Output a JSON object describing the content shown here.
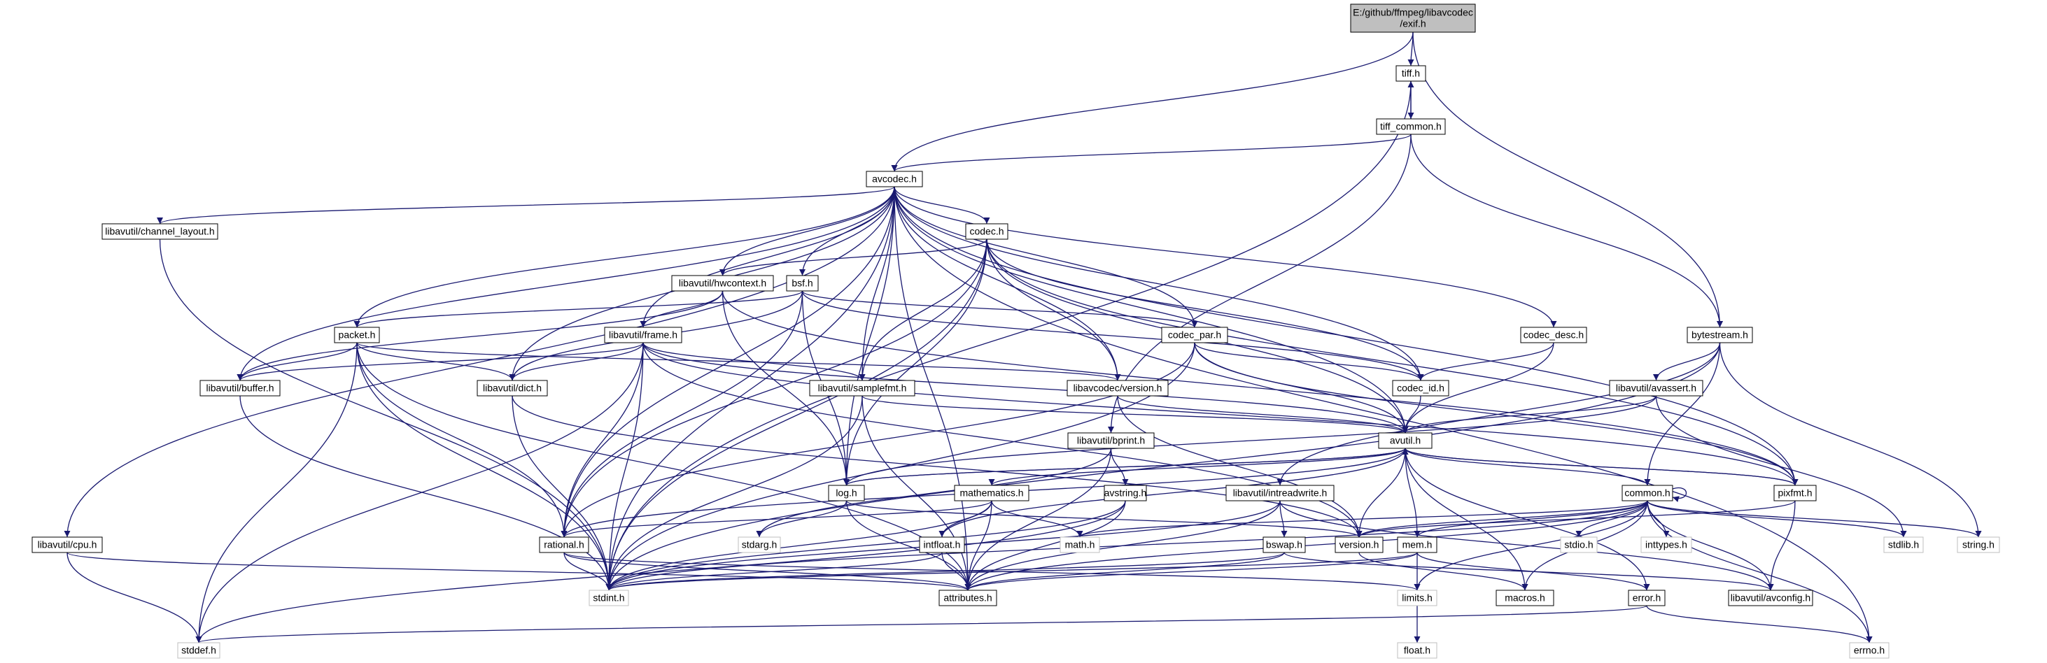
{
  "colors": {
    "edge": "#191970",
    "root_fill": "#bfbfbf",
    "node_border": "#000000",
    "std_border": "#bfbfbf"
  },
  "nodes": [
    {
      "id": "exif",
      "lines": [
        "E:/github/ffmpeg/libavcodec",
        "/exif.h"
      ],
      "kind": "root"
    },
    {
      "id": "tiff",
      "lines": [
        "tiff.h"
      ],
      "kind": "norm"
    },
    {
      "id": "tiff_common",
      "lines": [
        "tiff_common.h"
      ],
      "kind": "norm"
    },
    {
      "id": "avcodec",
      "lines": [
        "avcodec.h"
      ],
      "kind": "norm"
    },
    {
      "id": "channel_layout",
      "lines": [
        "libavutil/channel_layout.h"
      ],
      "kind": "norm"
    },
    {
      "id": "codec",
      "lines": [
        "codec.h"
      ],
      "kind": "norm"
    },
    {
      "id": "hwcontext",
      "lines": [
        "libavutil/hwcontext.h"
      ],
      "kind": "norm"
    },
    {
      "id": "bsf",
      "lines": [
        "bsf.h"
      ],
      "kind": "norm"
    },
    {
      "id": "packet",
      "lines": [
        "packet.h"
      ],
      "kind": "norm"
    },
    {
      "id": "frame",
      "lines": [
        "libavutil/frame.h"
      ],
      "kind": "norm"
    },
    {
      "id": "codec_par",
      "lines": [
        "codec_par.h"
      ],
      "kind": "norm"
    },
    {
      "id": "codec_desc",
      "lines": [
        "codec_desc.h"
      ],
      "kind": "norm"
    },
    {
      "id": "bytestream",
      "lines": [
        "bytestream.h"
      ],
      "kind": "norm"
    },
    {
      "id": "buffer",
      "lines": [
        "libavutil/buffer.h"
      ],
      "kind": "norm"
    },
    {
      "id": "dict",
      "lines": [
        "libavutil/dict.h"
      ],
      "kind": "norm"
    },
    {
      "id": "samplefmt",
      "lines": [
        "libavutil/samplefmt.h"
      ],
      "kind": "norm"
    },
    {
      "id": "lavc_version",
      "lines": [
        "libavcodec/version.h"
      ],
      "kind": "norm"
    },
    {
      "id": "codec_id",
      "lines": [
        "codec_id.h"
      ],
      "kind": "norm"
    },
    {
      "id": "avassert",
      "lines": [
        "libavutil/avassert.h"
      ],
      "kind": "norm"
    },
    {
      "id": "bprint",
      "lines": [
        "libavutil/bprint.h"
      ],
      "kind": "norm"
    },
    {
      "id": "avutil",
      "lines": [
        "avutil.h"
      ],
      "kind": "norm"
    },
    {
      "id": "log",
      "lines": [
        "log.h"
      ],
      "kind": "norm"
    },
    {
      "id": "mathematics",
      "lines": [
        "mathematics.h"
      ],
      "kind": "norm"
    },
    {
      "id": "avstring",
      "lines": [
        "avstring.h"
      ],
      "kind": "norm"
    },
    {
      "id": "intreadwrite",
      "lines": [
        "libavutil/intreadwrite.h"
      ],
      "kind": "norm"
    },
    {
      "id": "common",
      "lines": [
        "common.h"
      ],
      "kind": "norm"
    },
    {
      "id": "pixfmt",
      "lines": [
        "pixfmt.h"
      ],
      "kind": "norm"
    },
    {
      "id": "cpu",
      "lines": [
        "libavutil/cpu.h"
      ],
      "kind": "norm"
    },
    {
      "id": "rational",
      "lines": [
        "rational.h"
      ],
      "kind": "norm"
    },
    {
      "id": "stdarg",
      "lines": [
        "stdarg.h"
      ],
      "kind": "std"
    },
    {
      "id": "math",
      "lines": [
        "math.h"
      ],
      "kind": "std"
    },
    {
      "id": "intfloat",
      "lines": [
        "intfloat.h"
      ],
      "kind": "norm"
    },
    {
      "id": "bswap",
      "lines": [
        "bswap.h"
      ],
      "kind": "norm"
    },
    {
      "id": "version",
      "lines": [
        "version.h"
      ],
      "kind": "norm"
    },
    {
      "id": "mem",
      "lines": [
        "mem.h"
      ],
      "kind": "norm"
    },
    {
      "id": "stdio",
      "lines": [
        "stdio.h"
      ],
      "kind": "std"
    },
    {
      "id": "inttypes",
      "lines": [
        "inttypes.h"
      ],
      "kind": "std"
    },
    {
      "id": "stdlib",
      "lines": [
        "stdlib.h"
      ],
      "kind": "std"
    },
    {
      "id": "string",
      "lines": [
        "string.h"
      ],
      "kind": "std"
    },
    {
      "id": "stdint",
      "lines": [
        "stdint.h"
      ],
      "kind": "std"
    },
    {
      "id": "attributes",
      "lines": [
        "attributes.h"
      ],
      "kind": "norm"
    },
    {
      "id": "limits",
      "lines": [
        "limits.h"
      ],
      "kind": "std"
    },
    {
      "id": "macros",
      "lines": [
        "macros.h"
      ],
      "kind": "norm"
    },
    {
      "id": "error",
      "lines": [
        "error.h"
      ],
      "kind": "norm"
    },
    {
      "id": "avconfig",
      "lines": [
        "libavutil/avconfig.h"
      ],
      "kind": "norm"
    },
    {
      "id": "stddef",
      "lines": [
        "stddef.h"
      ],
      "kind": "std"
    },
    {
      "id": "float",
      "lines": [
        "float.h"
      ],
      "kind": "std"
    },
    {
      "id": "errno",
      "lines": [
        "errno.h"
      ],
      "kind": "std"
    }
  ],
  "edges": [
    [
      "exif",
      "tiff"
    ],
    [
      "exif",
      "avcodec"
    ],
    [
      "exif",
      "bytestream"
    ],
    [
      "tiff",
      "tiff_common"
    ],
    [
      "tiff",
      "stdint"
    ],
    [
      "tiff_common",
      "tiff"
    ],
    [
      "tiff_common",
      "avcodec"
    ],
    [
      "tiff_common",
      "bytestream"
    ],
    [
      "tiff_common",
      "bprint"
    ],
    [
      "avcodec",
      "errno"
    ],
    [
      "avcodec",
      "samplefmt"
    ],
    [
      "avcodec",
      "attributes"
    ],
    [
      "avcodec",
      "avutil"
    ],
    [
      "avcodec",
      "buffer"
    ],
    [
      "avcodec",
      "cpu"
    ],
    [
      "avcodec",
      "channel_layout"
    ],
    [
      "avcodec",
      "dict"
    ],
    [
      "avcodec",
      "frame"
    ],
    [
      "avcodec",
      "log"
    ],
    [
      "avcodec",
      "pixfmt"
    ],
    [
      "avcodec",
      "rational"
    ],
    [
      "avcodec",
      "codec"
    ],
    [
      "avcodec",
      "codec_desc"
    ],
    [
      "avcodec",
      "codec_id"
    ],
    [
      "avcodec",
      "codec_par"
    ],
    [
      "avcodec",
      "packet"
    ],
    [
      "avcodec",
      "lavc_version"
    ],
    [
      "avcodec",
      "bsf"
    ],
    [
      "avcodec",
      "hwcontext"
    ],
    [
      "avcodec",
      "stdint"
    ],
    [
      "channel_layout",
      "stdint"
    ],
    [
      "codec",
      "stdint"
    ],
    [
      "codec",
      "avutil"
    ],
    [
      "codec",
      "hwcontext"
    ],
    [
      "codec",
      "log"
    ],
    [
      "codec",
      "pixfmt"
    ],
    [
      "codec",
      "rational"
    ],
    [
      "codec",
      "samplefmt"
    ],
    [
      "codec",
      "codec_id"
    ],
    [
      "codec",
      "lavc_version"
    ],
    [
      "hwcontext",
      "buffer"
    ],
    [
      "hwcontext",
      "frame"
    ],
    [
      "hwcontext",
      "log"
    ],
    [
      "hwcontext",
      "pixfmt"
    ],
    [
      "bsf",
      "dict"
    ],
    [
      "bsf",
      "log"
    ],
    [
      "bsf",
      "rational"
    ],
    [
      "bsf",
      "codec_id"
    ],
    [
      "bsf",
      "codec_par"
    ],
    [
      "bsf",
      "packet"
    ],
    [
      "packet",
      "stddef"
    ],
    [
      "packet",
      "stdint"
    ],
    [
      "packet",
      "attributes"
    ],
    [
      "packet",
      "buffer"
    ],
    [
      "packet",
      "dict"
    ],
    [
      "packet",
      "rational"
    ],
    [
      "packet",
      "lavc_version"
    ],
    [
      "frame",
      "stddef"
    ],
    [
      "frame",
      "stdint"
    ],
    [
      "frame",
      "avutil"
    ],
    [
      "frame",
      "buffer"
    ],
    [
      "frame",
      "dict"
    ],
    [
      "frame",
      "rational"
    ],
    [
      "frame",
      "samplefmt"
    ],
    [
      "frame",
      "pixfmt"
    ],
    [
      "frame",
      "version"
    ],
    [
      "codec_par",
      "stdint"
    ],
    [
      "codec_par",
      "avutil"
    ],
    [
      "codec_par",
      "rational"
    ],
    [
      "codec_par",
      "pixfmt"
    ],
    [
      "codec_par",
      "codec_id"
    ],
    [
      "codec_desc",
      "avutil"
    ],
    [
      "codec_desc",
      "codec_id"
    ],
    [
      "bytestream",
      "stdint"
    ],
    [
      "bytestream",
      "string"
    ],
    [
      "bytestream",
      "avassert"
    ],
    [
      "bytestream",
      "common"
    ],
    [
      "bytestream",
      "intreadwrite"
    ],
    [
      "buffer",
      "stdint"
    ],
    [
      "dict",
      "stdint"
    ],
    [
      "dict",
      "version"
    ],
    [
      "samplefmt",
      "avutil"
    ],
    [
      "samplefmt",
      "attributes"
    ],
    [
      "samplefmt",
      "stdint"
    ],
    [
      "lavc_version",
      "version"
    ],
    [
      "lavc_version",
      "avutil"
    ],
    [
      "codec_id",
      "avutil"
    ],
    [
      "avassert",
      "stdlib"
    ],
    [
      "avassert",
      "avutil"
    ],
    [
      "avassert",
      "log"
    ],
    [
      "bprint",
      "stdarg"
    ],
    [
      "bprint",
      "attributes"
    ],
    [
      "bprint",
      "avstring"
    ],
    [
      "avutil",
      "common"
    ],
    [
      "avutil",
      "error"
    ],
    [
      "avutil",
      "version"
    ],
    [
      "avutil",
      "mathematics"
    ],
    [
      "avutil",
      "rational"
    ],
    [
      "avutil",
      "intfloat"
    ],
    [
      "avutil",
      "log"
    ],
    [
      "avutil",
      "pixfmt"
    ],
    [
      "avutil",
      "macros"
    ],
    [
      "log",
      "stdarg"
    ],
    [
      "log",
      "avutil"
    ],
    [
      "log",
      "attributes"
    ],
    [
      "log",
      "version"
    ],
    [
      "mathematics",
      "stdint"
    ],
    [
      "mathematics",
      "math"
    ],
    [
      "mathematics",
      "attributes"
    ],
    [
      "mathematics",
      "rational"
    ],
    [
      "mathematics",
      "intfloat"
    ],
    [
      "avstring",
      "stddef"
    ],
    [
      "avstring",
      "stdint"
    ],
    [
      "avstring",
      "attributes"
    ],
    [
      "intreadwrite",
      "stdint"
    ],
    [
      "intreadwrite",
      "avconfig"
    ],
    [
      "intreadwrite",
      "attributes"
    ],
    [
      "intreadwrite",
      "bswap"
    ],
    [
      "common",
      "errno"
    ],
    [
      "common",
      "inttypes"
    ],
    [
      "common",
      "limits"
    ],
    [
      "common",
      "math"
    ],
    [
      "common",
      "stdint"
    ],
    [
      "common",
      "stdio"
    ],
    [
      "common",
      "stdlib"
    ],
    [
      "common",
      "string"
    ],
    [
      "common",
      "attributes"
    ],
    [
      "common",
      "macros"
    ],
    [
      "common",
      "version"
    ],
    [
      "common",
      "avconfig"
    ],
    [
      "common",
      "mem"
    ],
    [
      "common",
      "common"
    ],
    [
      "pixfmt",
      "avutil"
    ],
    [
      "pixfmt",
      "version"
    ],
    [
      "pixfmt",
      "avconfig"
    ],
    [
      "cpu",
      "stddef"
    ],
    [
      "cpu",
      "attributes"
    ],
    [
      "rational",
      "stdint"
    ],
    [
      "rational",
      "limits"
    ],
    [
      "rational",
      "attributes"
    ],
    [
      "intfloat",
      "stdint"
    ],
    [
      "intfloat",
      "attributes"
    ],
    [
      "bswap",
      "stdint"
    ],
    [
      "bswap",
      "avconfig"
    ],
    [
      "bswap",
      "attributes"
    ],
    [
      "version",
      "macros"
    ],
    [
      "mem",
      "limits"
    ],
    [
      "mem",
      "stdint"
    ],
    [
      "mem",
      "attributes"
    ],
    [
      "mem",
      "error"
    ],
    [
      "mem",
      "avutil"
    ],
    [
      "limits",
      "float"
    ],
    [
      "error",
      "errno"
    ],
    [
      "error",
      "stddef"
    ]
  ]
}
